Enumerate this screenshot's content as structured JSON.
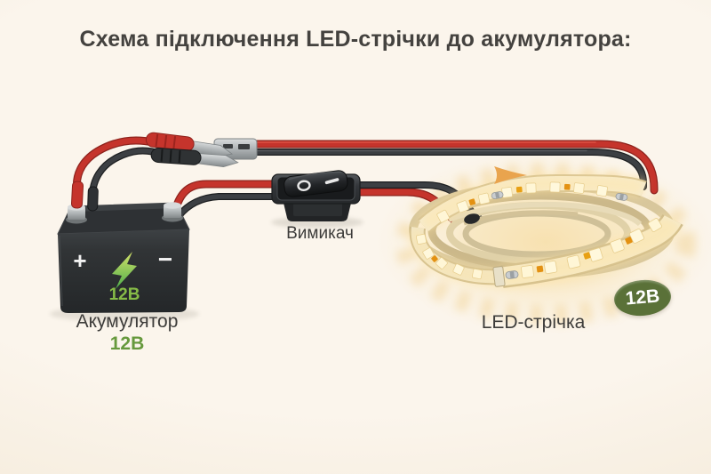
{
  "title": "Схема підключення LED-стрічки до акумулятора:",
  "battery": {
    "label": "Акумулятор",
    "voltage_label": "12В",
    "face_voltage": "12В",
    "plus_mark": "+",
    "minus_mark": "−"
  },
  "switch": {
    "label": "Вимикач",
    "off_mark": "O",
    "on_mark": "I"
  },
  "led_strip": {
    "label": "LED-стрічка",
    "badge_voltage": "12В"
  },
  "colors": {
    "background": "#faf3ea",
    "wire_red": "#c5342c",
    "wire_black": "#34373a",
    "battery_body": "#2c2f31",
    "green_text": "#66993d",
    "bolt_green": "#5cb44c",
    "badge_green": "#5a7138",
    "arrow_orange": "#e9a44e",
    "glow_warm": "#f8e3b4",
    "strip_base": "#f4ecd3",
    "led_amber": "#e39112"
  }
}
